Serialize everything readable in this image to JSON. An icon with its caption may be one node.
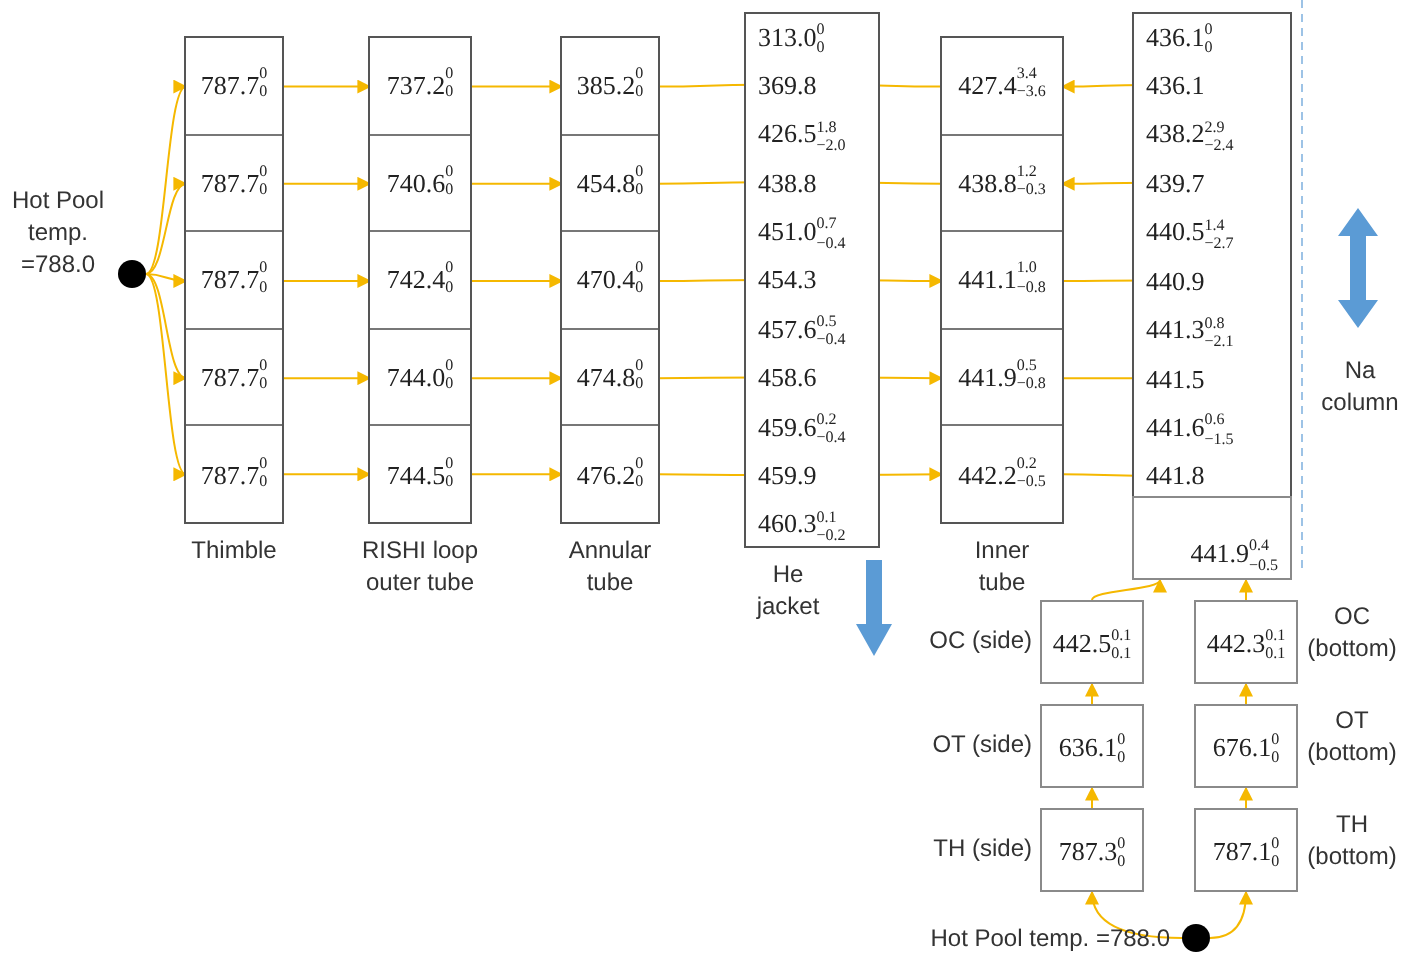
{
  "diagram": {
    "nodes": [
      {
        "text": [],
        "shape": "circle",
        "beside": [
          "Hot Pool temp. =788.0"
        ]
      },
      {
        "text": [
          "Thimble"
        ]
      },
      {
        "text": [
          "787.7$^{0}$$_{0}$"
        ],
        "in": 1
      },
      {
        "text": [
          "787.7$^{0}$$_{0}$"
        ],
        "in": 1
      },
      {
        "text": [
          "787.7$^{0}$$_{0}$"
        ],
        "in": 1
      },
      {
        "text": [
          "787.7$^{0}$$_{0}$"
        ],
        "in": 1
      },
      {
        "text": [
          "787.7$^{0}$$_{0}$"
        ],
        "in": 1
      },
      {
        "text": [
          "RISHI loop outer tube"
        ]
      },
      {
        "text": [
          "737.2$^{0}$$_{0}$"
        ],
        "in": 7
      },
      {
        "text": [
          "740.6$^{0}$$_{0}$"
        ],
        "in": 7
      },
      {
        "text": [
          "742.4$^{0}$$_{0}$"
        ],
        "in": 7
      },
      {
        "text": [
          "744.0$^{0}$$_{0}$"
        ],
        "in": 7
      },
      {
        "text": [
          "744.5$^{0}$$_{0}$"
        ],
        "in": 7
      },
      {
        "text": [
          "Annular tube"
        ]
      },
      {
        "text": [
          "385.2$^{0}$$_{0}$"
        ],
        "in": 13
      },
      {
        "text": [
          "454.8$^{0}$$_{0}$"
        ],
        "in": 13
      },
      {
        "text": [
          "470.4$^{0}$$_{0}$"
        ],
        "in": 13
      },
      {
        "text": [
          "474.8$^{0}$$_{0}$"
        ],
        "in": 13
      },
      {
        "text": [
          "476.2$^{0}$$_{0}$"
        ],
        "in": 13
      },
      {
        "text": [
          "He jacket"
        ]
      },
      {
        "text": [
          "313.0$^{0}$$_{0}$"
        ],
        "in": 19
      },
      {
        "text": [
          "369.8"
        ],
        "in": 19
      },
      {
        "text": [
          "426.5$^{1.8}$$_{−2.0}$"
        ],
        "in": 19
      },
      {
        "text": [
          "438.8"
        ],
        "in": 19
      },
      {
        "text": [
          "451.0$^{0.7}$$_{−0.4}$"
        ],
        "in": 19
      },
      {
        "text": [
          "454.3"
        ],
        "in": 19
      },
      {
        "text": [
          "457.6$^{0.5}$$_{−0.4}$"
        ],
        "in": 19
      },
      {
        "text": [
          "458.6"
        ],
        "in": 19
      },
      {
        "text": [
          "459.6$^{0.2}$$_{−0.4}$"
        ],
        "in": 19
      },
      {
        "text": [
          "459.9"
        ],
        "in": 19
      },
      {
        "text": [
          "460.3$^{0.1}$$_{−0.2}$"
        ],
        "in": 19
      },
      {
        "text": [
          "Inner tube"
        ]
      },
      {
        "text": [
          "427.4$^{3.4}$$_{−3.6}$"
        ],
        "in": 31
      },
      {
        "text": [
          "438.8$^{1.2}$$_{−0.3}$"
        ],
        "in": 31
      },
      {
        "text": [
          "441.1$^{1.0}$$_{−0.8}$"
        ],
        "in": 31
      },
      {
        "text": [
          "441.9$^{0.5}$$_{−0.8}$"
        ],
        "in": 31
      },
      {
        "text": [
          "442.2$^{0.2}$$_{−0.5}$"
        ],
        "in": 31
      },
      {
        "text": [
          "Na column"
        ]
      },
      {
        "text": [
          "436.1$^{0}$$_{0}$"
        ],
        "in": 37
      },
      {
        "text": [
          "436.1"
        ],
        "in": 37
      },
      {
        "text": [
          "438.2$^{2.9}$$_{−2.4}$"
        ],
        "in": 37
      },
      {
        "text": [
          "439.7"
        ],
        "in": 37
      },
      {
        "text": [
          "440.5$^{1.4}$$_{−2.7}$"
        ],
        "in": 37
      },
      {
        "text": [
          "440.9"
        ],
        "in": 37
      },
      {
        "text": [
          "441.3$^{0.8}$$_{−2.1}$"
        ],
        "in": 37
      },
      {
        "text": [
          "441.5"
        ],
        "in": 37
      },
      {
        "text": [
          "441.6$^{0.6}$$_{−1.5}$"
        ],
        "in": 37
      },
      {
        "text": [
          "441.8"
        ],
        "in": 37
      },
      {
        "text": [
          "441.9$^{0.4}$$_{−0.5}$"
        ],
        "in": 37
      },
      {
        "text": [
          "442.5$^{0.1}$$_{0.1}$"
        ],
        "beside": [
          "OC (side)"
        ]
      },
      {
        "text": [
          "442.3$^{0.1}$$_{0.1}$"
        ],
        "beside": [
          "OC (bottom)"
        ]
      },
      {
        "text": [
          "636.1$^{0}$$_{0}$"
        ],
        "beside": [
          "OT (side)"
        ]
      },
      {
        "text": [
          "676.1$^{0}$$_{0}$"
        ],
        "beside": [
          "OT (bottom)"
        ]
      },
      {
        "text": [
          "787.3$^{0}$$_{0}$"
        ],
        "beside": [
          "TH (side)"
        ]
      },
      {
        "text": [
          "787.1$^{0}$$_{0}$"
        ],
        "beside": [
          "TH (bottom)"
        ]
      },
      {
        "text": [],
        "shape": "circle",
        "beside": [
          "Hot Pool temp. =788.0"
        ]
      }
    ],
    "edges": [
      {
        "from": 0,
        "to": 2,
        "arrow": "to"
      },
      {
        "from": 0,
        "to": 3,
        "arrow": "to"
      },
      {
        "from": 0,
        "to": 4,
        "arrow": "to"
      },
      {
        "from": 0,
        "to": 5,
        "arrow": "to"
      },
      {
        "from": 0,
        "to": 6,
        "arrow": "to"
      },
      {
        "from": 2,
        "to": 8,
        "arrow": "to"
      },
      {
        "from": 3,
        "to": 9,
        "arrow": "to"
      },
      {
        "from": 4,
        "to": 10,
        "arrow": "to"
      },
      {
        "from": 5,
        "to": 11,
        "arrow": "to"
      },
      {
        "from": 6,
        "to": 12,
        "arrow": "to"
      },
      {
        "from": 8,
        "to": 14,
        "arrow": "to"
      },
      {
        "from": 9,
        "to": 15,
        "arrow": "to"
      },
      {
        "from": 10,
        "to": 16,
        "arrow": "to"
      },
      {
        "from": 11,
        "to": 17,
        "arrow": "to"
      },
      {
        "from": 12,
        "to": 18,
        "arrow": "to"
      },
      {
        "from": 14,
        "to": 21,
        "arrow": "to"
      },
      {
        "from": 15,
        "to": 23,
        "arrow": "to"
      },
      {
        "from": 16,
        "to": 25,
        "arrow": "to"
      },
      {
        "from": 17,
        "to": 27,
        "arrow": "to"
      },
      {
        "from": 18,
        "to": 29,
        "arrow": "to"
      },
      {
        "from": 32,
        "to": 21,
        "arrow": "to"
      },
      {
        "from": 33,
        "to": 23,
        "arrow": "to"
      },
      {
        "from": 39,
        "to": 32,
        "arrow": "to"
      },
      {
        "from": 41,
        "to": 33,
        "arrow": "to"
      },
      {
        "from": 25,
        "to": 34,
        "arrow": "to"
      },
      {
        "from": 34,
        "to": 43,
        "arrow": "to"
      },
      {
        "from": 27,
        "to": 35,
        "arrow": "to"
      },
      {
        "from": 35,
        "to": 45,
        "arrow": "to"
      },
      {
        "from": 29,
        "to": 36,
        "arrow": "to"
      },
      {
        "from": 36,
        "to": 47,
        "arrow": "to"
      },
      {
        "from": 49,
        "to": 37,
        "arrow": "to"
      },
      {
        "from": 50,
        "to": 48,
        "arrow": "to"
      },
      {
        "from": 51,
        "to": 49,
        "arrow": "to"
      },
      {
        "from": 52,
        "to": 50,
        "arrow": "to"
      },
      {
        "from": 53,
        "to": 51,
        "arrow": "to"
      },
      {
        "from": 54,
        "to": 52,
        "arrow": "to"
      },
      {
        "from": 55,
        "to": 53,
        "arrow": "to"
      },
      {
        "from": 55,
        "to": 54,
        "arrow": "to"
      }
    ]
  }
}
